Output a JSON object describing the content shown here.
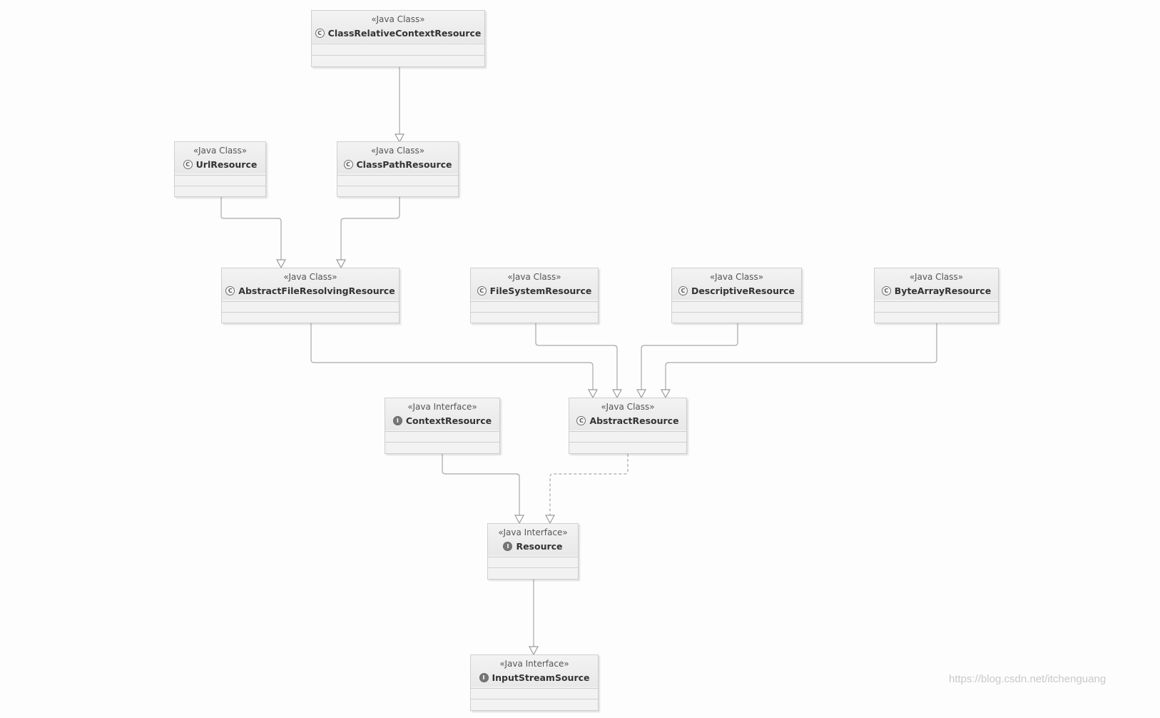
{
  "nodes": {
    "class_relative_context_resource": {
      "stereotype": "«Java Class»",
      "name": "ClassRelativeContextResource",
      "kind": "class",
      "icon": "class-icon"
    },
    "url_resource": {
      "stereotype": "«Java Class»",
      "name": "UrlResource",
      "kind": "class",
      "icon": "class-icon"
    },
    "class_path_resource": {
      "stereotype": "«Java Class»",
      "name": "ClassPathResource",
      "kind": "class",
      "icon": "class-icon"
    },
    "abstract_file_resolving_resource": {
      "stereotype": "«Java Class»",
      "name": "AbstractFileResolvingResource",
      "kind": "class",
      "icon": "class-icon"
    },
    "file_system_resource": {
      "stereotype": "«Java Class»",
      "name": "FileSystemResource",
      "kind": "class",
      "icon": "class-icon"
    },
    "descriptive_resource": {
      "stereotype": "«Java Class»",
      "name": "DescriptiveResource",
      "kind": "class",
      "icon": "class-icon"
    },
    "byte_array_resource": {
      "stereotype": "«Java Class»",
      "name": "ByteArrayResource",
      "kind": "class",
      "icon": "class-icon"
    },
    "context_resource": {
      "stereotype": "«Java Interface»",
      "name": "ContextResource",
      "kind": "interface",
      "icon": "interface-icon"
    },
    "abstract_resource": {
      "stereotype": "«Java Class»",
      "name": "AbstractResource",
      "kind": "class",
      "icon": "class-icon"
    },
    "resource": {
      "stereotype": "«Java Interface»",
      "name": "Resource",
      "kind": "interface",
      "icon": "interface-icon"
    },
    "input_stream_source": {
      "stereotype": "«Java Interface»",
      "name": "InputStreamSource",
      "kind": "interface",
      "icon": "interface-icon"
    }
  },
  "edges": [
    {
      "from": "ClassRelativeContextResource",
      "to": "ClassPathResource",
      "relation": "extends"
    },
    {
      "from": "UrlResource",
      "to": "AbstractFileResolvingResource",
      "relation": "extends"
    },
    {
      "from": "ClassPathResource",
      "to": "AbstractFileResolvingResource",
      "relation": "extends"
    },
    {
      "from": "AbstractFileResolvingResource",
      "to": "AbstractResource",
      "relation": "extends"
    },
    {
      "from": "FileSystemResource",
      "to": "AbstractResource",
      "relation": "extends"
    },
    {
      "from": "DescriptiveResource",
      "to": "AbstractResource",
      "relation": "extends"
    },
    {
      "from": "ByteArrayResource",
      "to": "AbstractResource",
      "relation": "extends"
    },
    {
      "from": "ContextResource",
      "to": "Resource",
      "relation": "extends"
    },
    {
      "from": "AbstractResource",
      "to": "Resource",
      "relation": "implements"
    },
    {
      "from": "Resource",
      "to": "InputStreamSource",
      "relation": "extends"
    }
  ],
  "colors": {
    "line": "#a8a8a8",
    "box_border": "#cfcfcf",
    "box_fill": "#ececec",
    "text": "#333333"
  },
  "watermark": "https://blog.csdn.net/itchenguang"
}
